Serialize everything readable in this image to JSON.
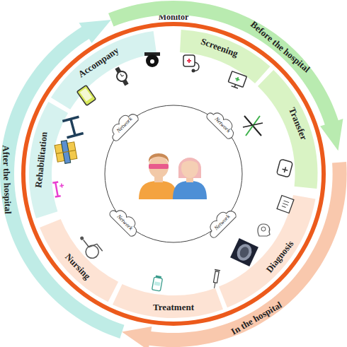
{
  "diagram": {
    "nodes": [
      {
        "text": [
          "Monitor"
        ]
      },
      {
        "text": [
          "Before the hospital"
        ]
      },
      {
        "text": [
          "In the hospital"
        ]
      },
      {
        "text": [
          "After the hospital"
        ]
      },
      {
        "text": [
          "Screening"
        ]
      },
      {
        "text": [
          "Transfer"
        ]
      },
      {
        "text": [
          "Diagnosis"
        ]
      },
      {
        "text": [
          "Treatment"
        ]
      },
      {
        "text": [
          "Nursing"
        ]
      },
      {
        "text": [
          "Rehabilitation"
        ]
      },
      {
        "text": [
          "Accompany"
        ]
      },
      {
        "text": [
          "Network"
        ]
      },
      {
        "text": [
          "Network"
        ]
      },
      {
        "text": [
          "Network"
        ]
      },
      {
        "text": [
          "Network"
        ]
      }
    ]
  }
}
